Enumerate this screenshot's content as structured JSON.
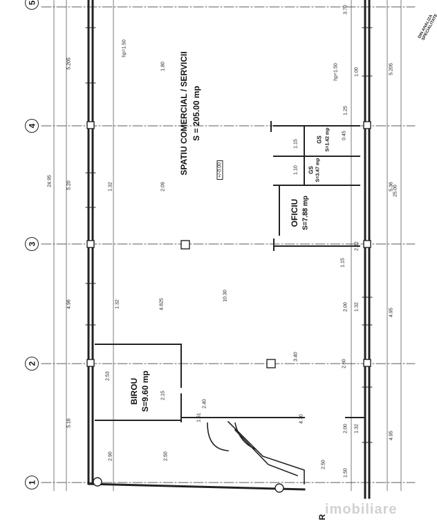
{
  "rooms": {
    "main": {
      "name": "SPATIU COMERCIAL / SERVICII",
      "area": "S = 205.00 mp"
    },
    "office": {
      "name": "BIROU",
      "area": "S=9.60 mp"
    },
    "kitchenette": {
      "name": "OFICIU",
      "area": "S=7.88 mp"
    },
    "wc1": {
      "name": "GS",
      "area": "S=3.47 mp"
    },
    "wc2": {
      "name": "GS",
      "area": "S=1.42 mp"
    }
  },
  "level_tag": "+/-0.00",
  "axes": [
    "1",
    "2",
    "3",
    "4",
    "5"
  ],
  "dimensions": {
    "total_left": "24.95",
    "total_right": "25.00",
    "bays_left": [
      "5.16",
      "4.96",
      "5.20",
      "5.205"
    ],
    "bays_right": [
      "4.95",
      "4.95",
      "5.36",
      "5.205"
    ],
    "inner_span": "10.30",
    "height_top": "hp=1.50",
    "height_right": "hp=1.50",
    "misc": [
      "2.90",
      "2.50",
      "2.50",
      "1.50",
      "2.00",
      "1.32",
      "2.00",
      "1.32",
      "4.825",
      "2.09",
      "1.32",
      "1.32",
      "2.32",
      "1.15",
      "4.70",
      "2.40",
      "1.51",
      "2.15",
      "2.53",
      "1.15",
      "1.10",
      "2.60",
      "3.40",
      "0.45",
      "3.70",
      "1.00",
      "1.80",
      "1.25"
    ]
  },
  "watermark": "imobiliare",
  "stamp_text": [
    "DIN ANALIZA",
    "SPECIALITATE"
  ],
  "edge_label": "R"
}
